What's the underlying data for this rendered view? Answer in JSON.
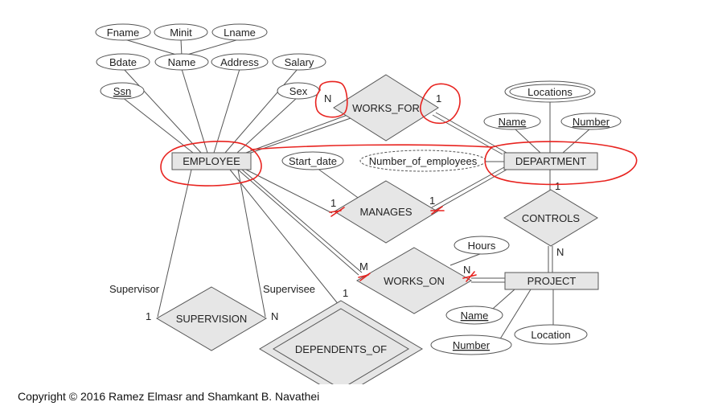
{
  "entities": {
    "employee": "EMPLOYEE",
    "department": "DEPARTMENT",
    "project": "PROJECT"
  },
  "relationships": {
    "works_for": "WORKS_FOR",
    "manages": "MANAGES",
    "works_on": "WORKS_ON",
    "controls": "CONTROLS",
    "supervision": "SUPERVISION",
    "dependents_of": "DEPENDENTS_OF"
  },
  "attributes": {
    "fname": "Fname",
    "minit": "Minit",
    "lname": "Lname",
    "bdate": "Bdate",
    "name": "Name",
    "address": "Address",
    "salary": "Salary",
    "ssn": "Ssn",
    "sex": "Sex",
    "locations": "Locations",
    "dept_name": "Name",
    "dept_number": "Number",
    "number_of_employees": "Number_of_employees",
    "start_date": "Start_date",
    "hours": "Hours",
    "proj_name": "Name",
    "proj_number": "Number",
    "location": "Location"
  },
  "cardinalities": {
    "works_for_n": "N",
    "works_for_1": "1",
    "manages_emp": "1",
    "manages_dept": "1",
    "controls_dept": "1",
    "controls_proj": "N",
    "works_on_emp": "M",
    "works_on_proj": "N",
    "supervision_supervisor": "1",
    "supervision_supervisee": "N",
    "dependents_1": "1"
  },
  "roles": {
    "supervisor": "Supervisor",
    "supervisee": "Supervisee"
  },
  "copyright": "Copyright © 2016 Ramez Elmasr and Shamkant B. Navathei",
  "colors": {
    "fill": "#e6e6e6",
    "stroke": "#555555",
    "annotation": "#e8231f"
  }
}
